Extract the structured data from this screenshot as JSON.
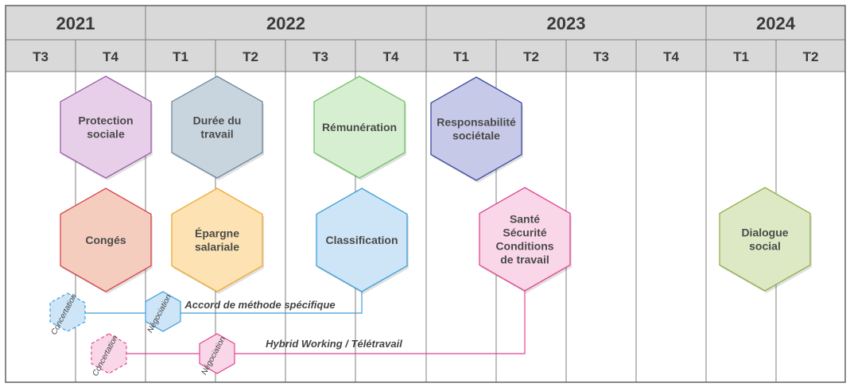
{
  "colors": {
    "header_bg": "#d9d9d9",
    "grid_line": "#7f7f7f",
    "border": "#606060"
  },
  "years": [
    {
      "label": "2021"
    },
    {
      "label": "2022"
    },
    {
      "label": "2023"
    },
    {
      "label": "2024"
    }
  ],
  "quarters": [
    "T3",
    "T4",
    "T1",
    "T2",
    "T3",
    "T4",
    "T1",
    "T2",
    "T3",
    "T4",
    "T1",
    "T2"
  ],
  "topics": [
    {
      "id": "protection-sociale",
      "lines": [
        "Protection",
        "sociale"
      ],
      "fill": "#e8cfe9",
      "stroke": "#9a5fa8"
    },
    {
      "id": "duree-du-travail",
      "lines": [
        "Durée du",
        "travail"
      ],
      "fill": "#c9d5de",
      "stroke": "#6e8a9c"
    },
    {
      "id": "remuneration",
      "lines": [
        "Rémunération"
      ],
      "fill": "#d7efd1",
      "stroke": "#6fc266"
    },
    {
      "id": "responsabilite-societale",
      "lines": [
        "Responsabilité",
        "sociétale"
      ],
      "fill": "#c7c9e8",
      "stroke": "#3d4aa0"
    },
    {
      "id": "conges",
      "lines": [
        "Congés"
      ],
      "fill": "#f4cdbf",
      "stroke": "#d9434a"
    },
    {
      "id": "epargne-salariale",
      "lines": [
        "Épargne",
        "salariale"
      ],
      "fill": "#fde3b4",
      "stroke": "#f0a830"
    },
    {
      "id": "classification",
      "lines": [
        "Classification"
      ],
      "fill": "#cde5f7",
      "stroke": "#3f9ed8"
    },
    {
      "id": "sante-securite",
      "lines": [
        "Santé",
        "Sécurité",
        "Conditions",
        "de travail"
      ],
      "fill": "#f9d7e8",
      "stroke": "#e0458f"
    },
    {
      "id": "dialogue-social",
      "lines": [
        "Dialogue",
        "social"
      ],
      "fill": "#dde8c4",
      "stroke": "#8fb04a"
    }
  ],
  "process_lines": [
    {
      "id": "accord-methode",
      "label": "Accord de méthode spécifique",
      "color": "#3f9ed8",
      "fill": "#cde5f7",
      "stages": [
        "Concertation",
        "Négociation"
      ]
    },
    {
      "id": "hybrid-working",
      "label": "Hybrid Working / Télétravail",
      "color": "#e0458f",
      "fill": "#f9d7e8",
      "stages": [
        "Concertation",
        "Négociation"
      ]
    }
  ]
}
